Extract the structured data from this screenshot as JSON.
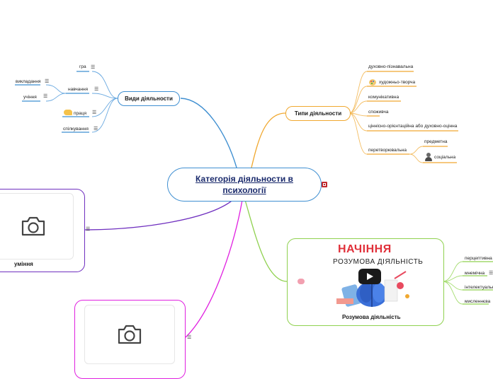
{
  "central": {
    "title": "Категорія діяльности в психології"
  },
  "left_branch": {
    "title": "Види діяльности",
    "items": [
      {
        "label": "гра"
      },
      {
        "label": "навчання"
      },
      {
        "label": "праця"
      },
      {
        "label": "спілкування"
      }
    ],
    "sub_items": [
      {
        "label": "викладання"
      },
      {
        "label": "учіння"
      }
    ]
  },
  "types_branch": {
    "title": "Типи діяльности",
    "items": [
      {
        "label": "духовно-пізнавальна"
      },
      {
        "label": "художньо-творча"
      },
      {
        "label": "комунікативна"
      },
      {
        "label": "споживча"
      },
      {
        "label": "ціннісно-орієнтаційна або духовно-оцінна"
      },
      {
        "label": "перетворювальна"
      }
    ],
    "sub_items": [
      {
        "label": "предметна"
      },
      {
        "label": "соціальна"
      }
    ]
  },
  "mental_branch": {
    "title": "Розумова діяльність",
    "image_title": "НАЧІННЯ",
    "image_subtitle": "РОЗУМОВА ДІЯЛЬНІСТЬ",
    "items": [
      {
        "label": "перцептивна"
      },
      {
        "label": "мнемічна"
      },
      {
        "label": "інтелектуальна"
      },
      {
        "label": "мисленнєва"
      }
    ]
  },
  "skills_card": {
    "label": "уміння"
  },
  "colors": {
    "blue": "#3f8fd1",
    "orange": "#f0a830",
    "green": "#8fd14f",
    "purple": "#6f2fbf",
    "magenta": "#e020e0"
  }
}
